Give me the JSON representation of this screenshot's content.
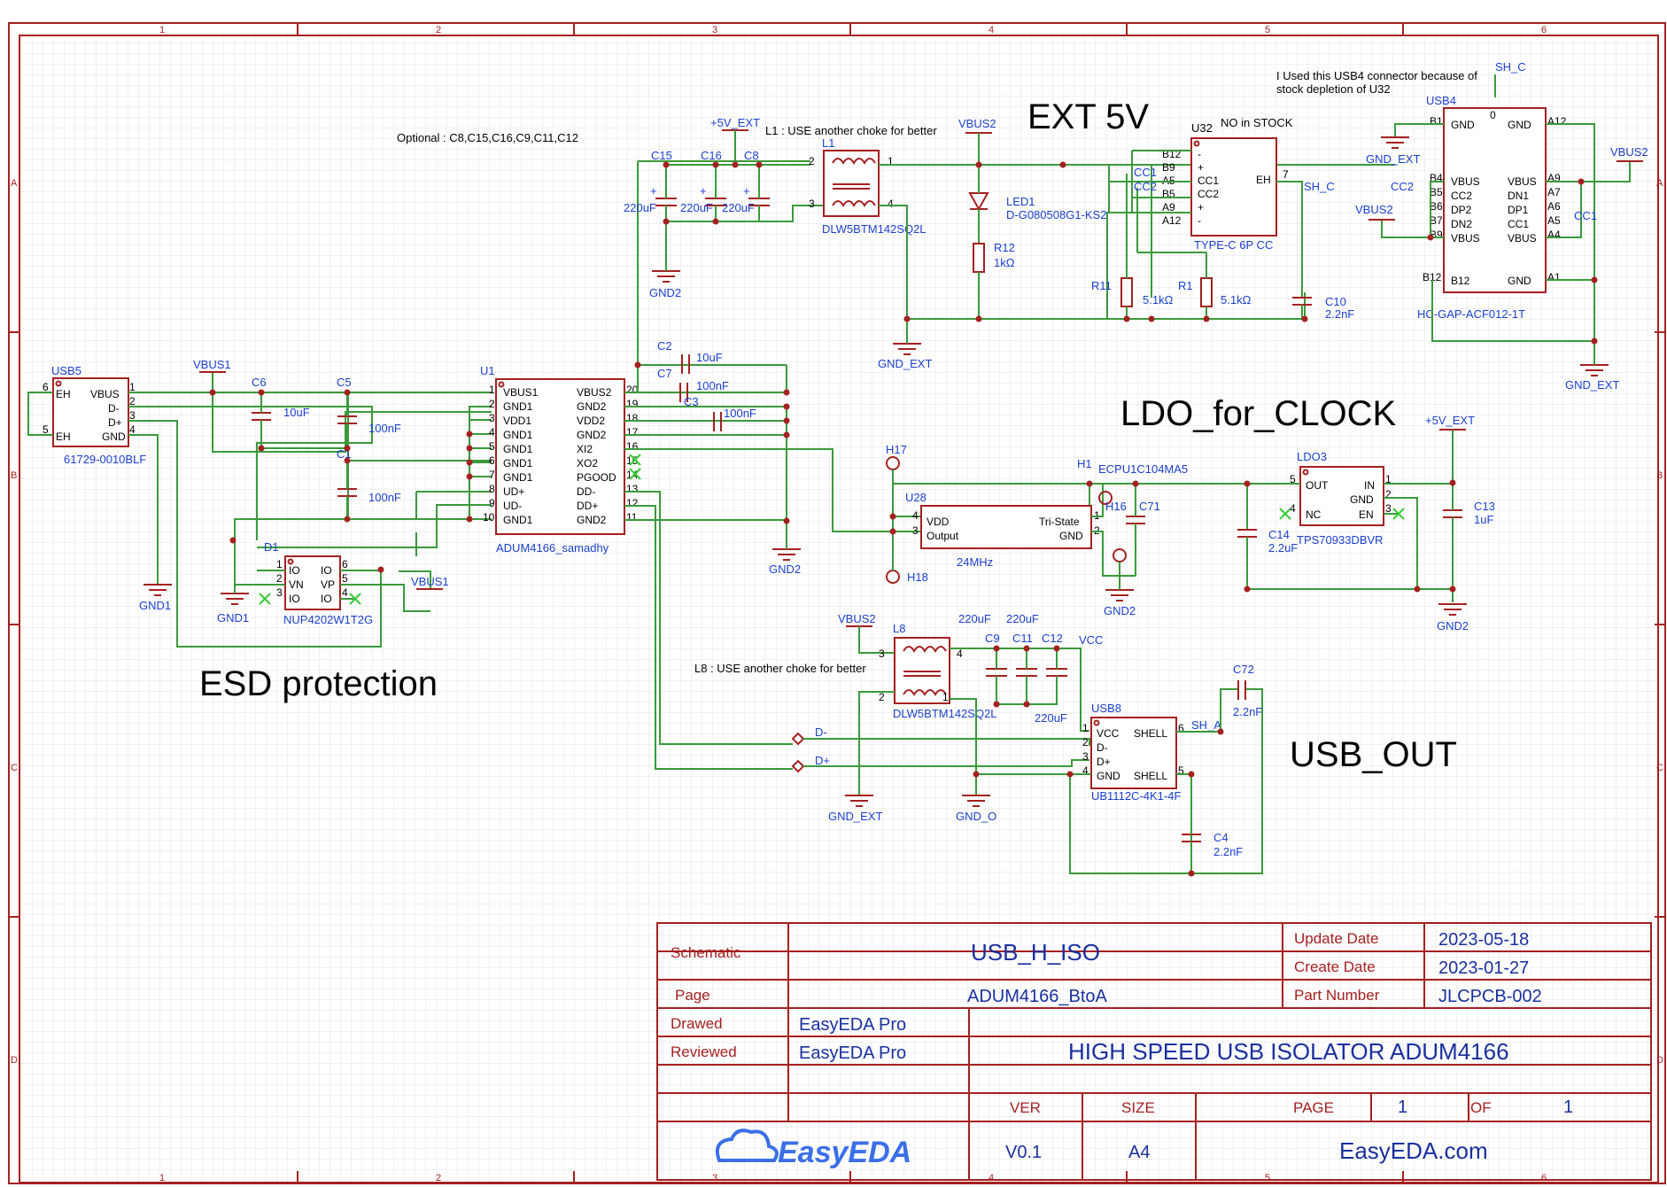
{
  "border": {
    "columns": [
      "1",
      "2",
      "3",
      "4",
      "5",
      "6"
    ],
    "rows": [
      "A",
      "B",
      "C",
      "D"
    ]
  },
  "sections": {
    "ext5v": "EXT 5V",
    "ldo": "LDO_for_CLOCK",
    "esd": "ESD protection",
    "usbout": "USB_OUT"
  },
  "notes": {
    "optional": "Optional : C8,C15,C16,C9,C11,C12",
    "l1": "L1 : USE another choke for better",
    "l8": "L8 : USE another choke for better",
    "usb4_line1": "I Used this USB4 connector because of",
    "usb4_line2": "stock depletion of U32",
    "nostock": "NO in STOCK"
  },
  "nets": {
    "vbus1a": "VBUS1",
    "vbus1b": "VBUS1",
    "gnd1a": "GND1",
    "gnd1b": "GND1",
    "gnd2a": "GND2",
    "gnd2b": "GND2",
    "gnd2c": "GND2",
    "gnd2d": "GND2",
    "gndext1": "GND_EXT",
    "gndext2": "GND_EXT",
    "gndext3": "GND_EXT",
    "gndext4": "GND_EXT",
    "gndo": "GND_O",
    "p5vext1": "+5V_EXT",
    "p5vext2": "+5V_EXT",
    "vbus2a": "VBUS2",
    "vbus2b": "VBUS2",
    "vbus2c": "VBUS2",
    "vbus2d": "VBUS2",
    "vcc": "VCC",
    "shc1": "SH_C",
    "shc2": "SH_C",
    "sha": "SH_A",
    "cc1a": "CC1",
    "cc1b": "CC1",
    "cc2a": "CC2",
    "cc2b": "CC2",
    "dminus": "D-",
    "dplus": "D+"
  },
  "parts": {
    "usb5": {
      "ref": "USB5",
      "value": "61729-0010BLF",
      "pins_left": [
        "EH",
        "EH"
      ],
      "pins_right": [
        "VBUS",
        "D-",
        "D+",
        "GND"
      ],
      "nums_left": [
        "6",
        "5"
      ],
      "nums_right": [
        "1",
        "2",
        "3",
        "4"
      ]
    },
    "u1": {
      "ref": "U1",
      "value": "ADUM4166_samadhy",
      "pins_left": [
        "VBUS1",
        "GND1",
        "VDD1",
        "GND1",
        "GND1",
        "GND1",
        "GND1",
        "UD+",
        "UD-",
        "GND1"
      ],
      "nums_left": [
        "1",
        "2",
        "3",
        "4",
        "5",
        "6",
        "7",
        "8",
        "9",
        "10"
      ],
      "pins_right": [
        "VBUS2",
        "GND2",
        "VDD2",
        "GND2",
        "XI2",
        "XO2",
        "PGOOD",
        "DD-",
        "DD+",
        "GND2"
      ],
      "nums_right": [
        "20",
        "19",
        "18",
        "17",
        "16",
        "15",
        "14",
        "13",
        "12",
        "11"
      ]
    },
    "d1": {
      "ref": "D1",
      "value": "NUP4202W1T2G",
      "pins_left": [
        "IO",
        "VN",
        "IO"
      ],
      "pins_right": [
        "IO",
        "VP",
        "IO"
      ],
      "nums_left": [
        "1",
        "2",
        "3"
      ],
      "nums_right": [
        "6",
        "5",
        "4"
      ]
    },
    "c6": {
      "ref": "C6",
      "value": "10uF"
    },
    "c5": {
      "ref": "C5",
      "value": "100nF"
    },
    "c1": {
      "ref": "C1",
      "value": "100nF"
    },
    "c2": {
      "ref": "C2",
      "value": "10uF"
    },
    "c7": {
      "ref": "C7",
      "value": "100nF"
    },
    "c3": {
      "ref": "C3",
      "value": "100nF"
    },
    "c15": {
      "ref": "C15",
      "value": "220uF"
    },
    "c16": {
      "ref": "C16",
      "value": "220uF"
    },
    "c8": {
      "ref": "C8",
      "value": "220uF"
    },
    "l1": {
      "ref": "L1",
      "value": "DLW5BTM142SQ2L",
      "nums": [
        "2",
        "1",
        "3",
        "4"
      ]
    },
    "led1": {
      "ref": "LED1",
      "value": "D-G080508G1-KS2"
    },
    "r12": {
      "ref": "R12",
      "value": "1kΩ"
    },
    "u32": {
      "ref": "U32",
      "value": "TYPE-C 6P CC",
      "pins_left": [
        "-",
        "+",
        "CC1",
        "CC2",
        "+",
        "-"
      ],
      "pins_right": [
        "EH"
      ],
      "nums_left": [
        "B12",
        "B9",
        "A5",
        "B5",
        "A9",
        "A12"
      ],
      "nums_right": [
        "7"
      ]
    },
    "r11": {
      "ref": "R11",
      "value": "5.1kΩ"
    },
    "r1": {
      "ref": "R1",
      "value": "5.1kΩ"
    },
    "c10": {
      "ref": "C10",
      "value": "2.2nF"
    },
    "usb4": {
      "ref": "USB4",
      "value": "HC-GAP-ACF012-1T",
      "pins_left": [
        "GND",
        "VBUS",
        "CC2",
        "DP2",
        "DN2",
        "VBUS",
        "B12"
      ],
      "nums_left": [
        "B1",
        "B4",
        "B5",
        "B6",
        "B7",
        "B9",
        "B12"
      ],
      "pins_right": [
        "GND",
        "VBUS",
        "DN1",
        "DP1",
        "CC1",
        "VBUS",
        "GND"
      ],
      "nums_right": [
        "A12",
        "A9",
        "A7",
        "A6",
        "A5",
        "A4",
        "A1"
      ],
      "top_pin": "0"
    },
    "h17": {
      "ref": "H17"
    },
    "h18": {
      "ref": "H18"
    },
    "h1": {
      "ref": "H1",
      "value": "ECPU1C104MA5"
    },
    "h16": {
      "ref": "H16"
    },
    "u28": {
      "ref": "U28",
      "value": "24MHz",
      "pins_left": [
        "VDD",
        "Output"
      ],
      "pins_right": [
        "Tri-State",
        "GND"
      ],
      "nums_left": [
        "4",
        "3"
      ],
      "nums_right": [
        "1",
        "2"
      ]
    },
    "c71": {
      "ref": "C71"
    },
    "ldo3": {
      "ref": "LDO3",
      "value": "TPS70933DBVR",
      "pins_left": [
        "OUT",
        "NC"
      ],
      "pins_right": [
        "IN",
        "GND",
        "EN"
      ],
      "nums_left": [
        "5",
        "4"
      ],
      "nums_right": [
        "1",
        "2",
        "3"
      ]
    },
    "c14": {
      "ref": "C14",
      "value": "2.2uF"
    },
    "c13": {
      "ref": "C13",
      "value": "1uF"
    },
    "l8": {
      "ref": "L8",
      "value": "DLW5BTM142SQ2L",
      "nums": [
        "3",
        "4",
        "2",
        "1"
      ]
    },
    "c9": {
      "ref": "C9",
      "value": "220uF"
    },
    "c11": {
      "ref": "C11",
      "value": "220uF"
    },
    "c12": {
      "ref": "C12",
      "value": "220uF"
    },
    "usb8": {
      "ref": "USB8",
      "value": "UB1112C-4K1-4F",
      "pins_left": [
        "VCC",
        "D-",
        "D+",
        "GND"
      ],
      "pins_right": [
        "SHELL",
        "SHELL"
      ],
      "nums_left": [
        "1",
        "2",
        "3",
        "4"
      ],
      "nums_right": [
        "6",
        "5"
      ]
    },
    "c72": {
      "ref": "C72",
      "value": "2.2nF"
    },
    "c4": {
      "ref": "C4",
      "value": "2.2nF"
    }
  },
  "titleblock": {
    "schematic_label": "Schematic",
    "schematic_value": "USB_H_ISO",
    "page_label": "Page",
    "page_value": "ADUM4166_BtoA",
    "update_label": "Update Date",
    "update_value": "2023-05-18",
    "create_label": "Create Date",
    "create_value": "2023-01-27",
    "part_label": "Part Number",
    "part_value": "JLCPCB-002",
    "drawed_label": "Drawed",
    "drawed_value": "EasyEDA Pro",
    "reviewed_label": "Reviewed",
    "reviewed_value": "EasyEDA Pro",
    "title": "HIGH SPEED USB ISOLATOR ADUM4166",
    "ver_label": "VER",
    "ver_value": "V0.1",
    "size_label": "SIZE",
    "size_value": "A4",
    "pagenum_label": "PAGE",
    "pagenum_value": "1",
    "of_label": "OF",
    "of_value": "1",
    "logo": "EasyEDA",
    "website": "EasyEDA.com"
  }
}
